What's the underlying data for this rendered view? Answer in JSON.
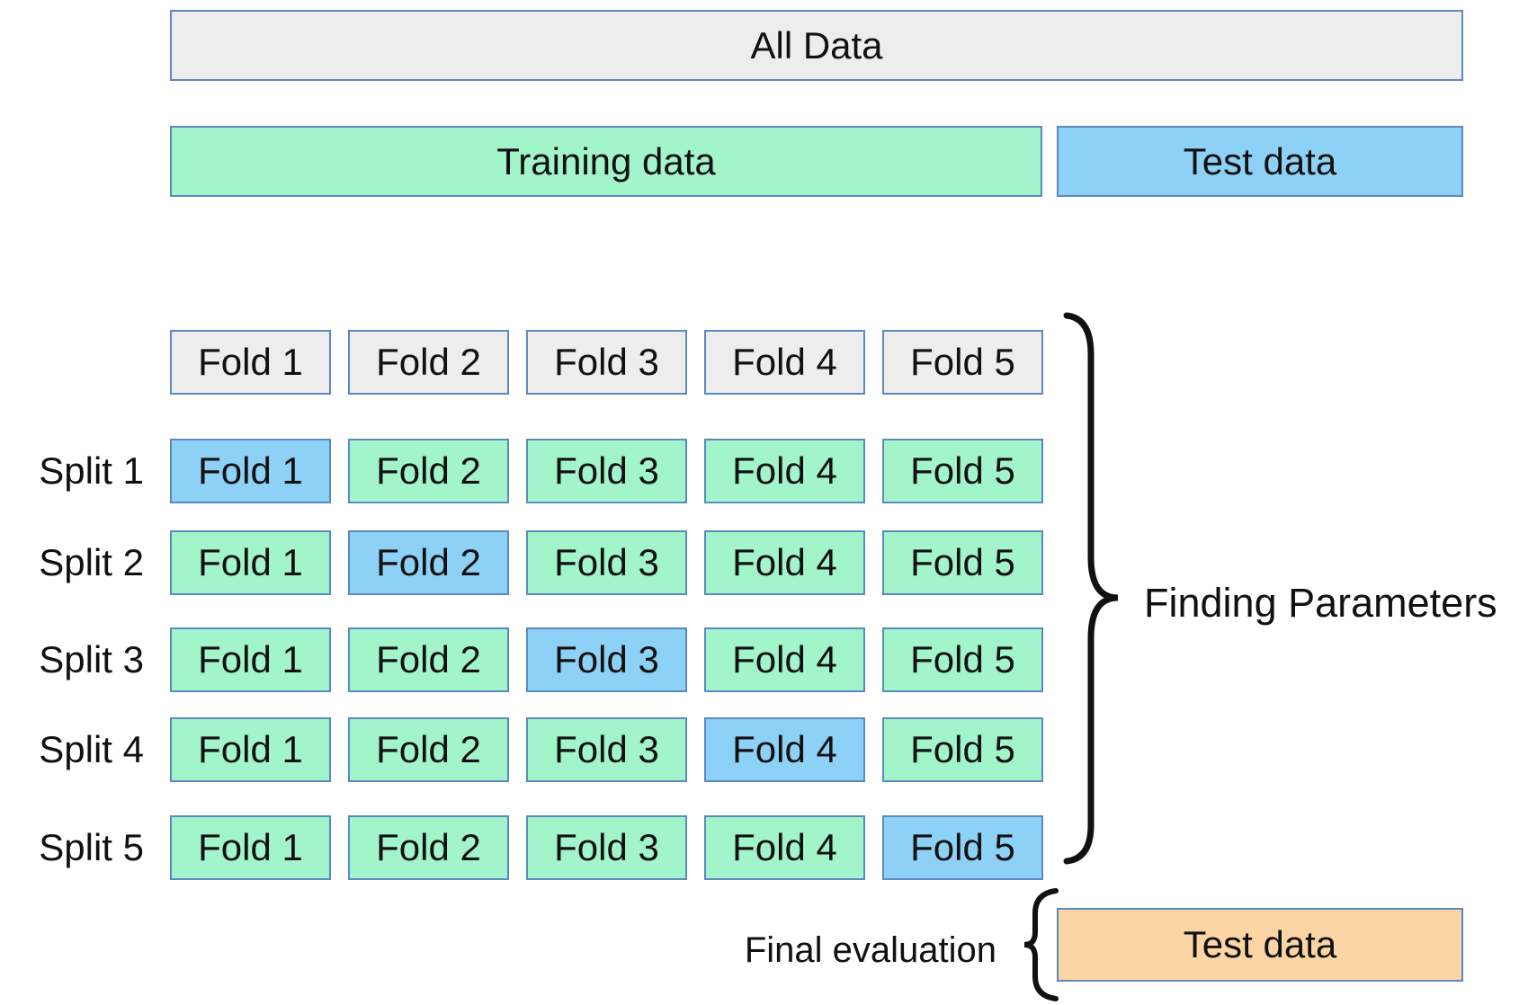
{
  "bars": {
    "all_data": "All Data",
    "training": "Training data",
    "test": "Test data"
  },
  "grid": {
    "header": [
      "Fold 1",
      "Fold 2",
      "Fold 3",
      "Fold 4",
      "Fold 5"
    ],
    "splits": [
      {
        "label": "Split 1",
        "cells": [
          "Fold 1",
          "Fold 2",
          "Fold 3",
          "Fold 4",
          "Fold 5"
        ],
        "test_fold_index": 0
      },
      {
        "label": "Split 2",
        "cells": [
          "Fold 1",
          "Fold 2",
          "Fold 3",
          "Fold 4",
          "Fold 5"
        ],
        "test_fold_index": 1
      },
      {
        "label": "Split 3",
        "cells": [
          "Fold 1",
          "Fold 2",
          "Fold 3",
          "Fold 4",
          "Fold 5"
        ],
        "test_fold_index": 2
      },
      {
        "label": "Split 4",
        "cells": [
          "Fold 1",
          "Fold 2",
          "Fold 3",
          "Fold 4",
          "Fold 5"
        ],
        "test_fold_index": 3
      },
      {
        "label": "Split 5",
        "cells": [
          "Fold 1",
          "Fold 2",
          "Fold 3",
          "Fold 4",
          "Fold 5"
        ],
        "test_fold_index": 4
      }
    ]
  },
  "annotations": {
    "finding_parameters": "Finding Parameters",
    "final_evaluation": "Final evaluation",
    "final_test": "Test data"
  },
  "colors": {
    "gray_fill": "#ededed",
    "green_fill": "#a2f5ca",
    "blue_fill": "#8ed1f6",
    "orange_fill": "#fcd5a5",
    "box_border": "#5b8ac2",
    "text": "#111111",
    "brace": "#111111"
  }
}
